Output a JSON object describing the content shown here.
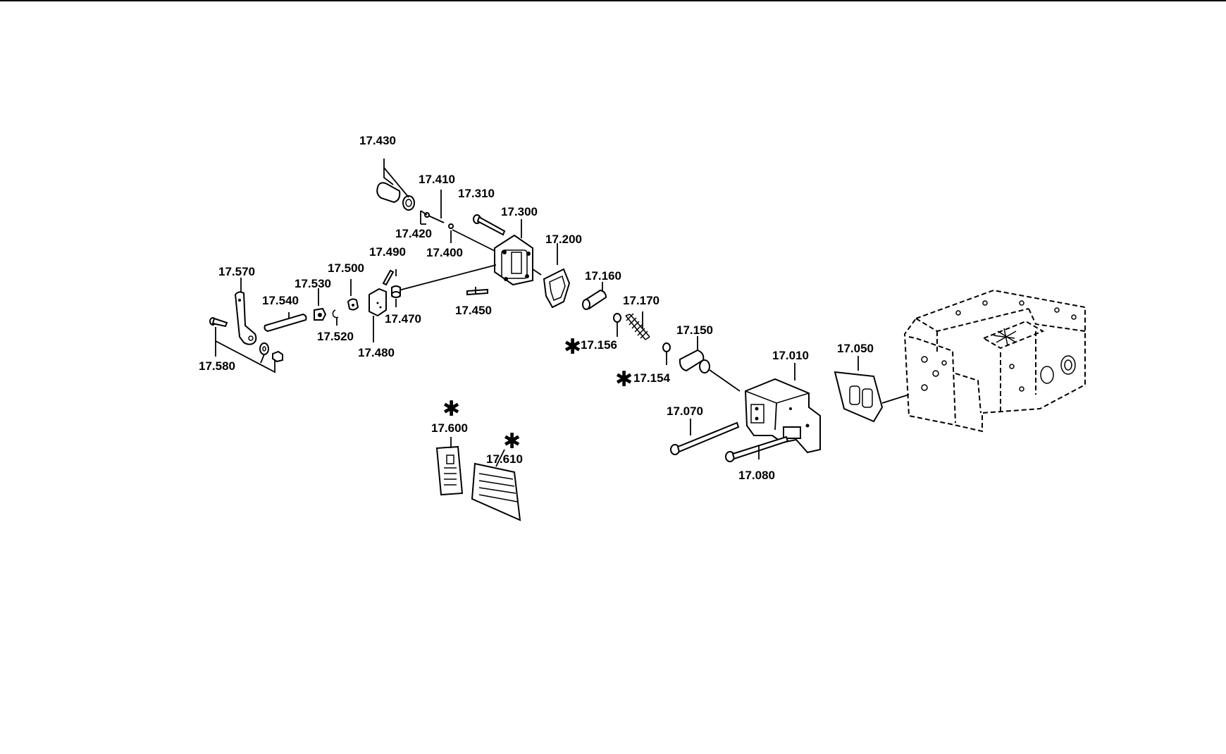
{
  "diagram": {
    "labels": {
      "p17430": "17.430",
      "p17410": "17.410",
      "p17310": "17.310",
      "p17300": "17.300",
      "p17420": "17.420",
      "p17400": "17.400",
      "p17490": "17.490",
      "p17500": "17.500",
      "p17570": "17.570",
      "p17530": "17.530",
      "p17540": "17.540",
      "p17520": "17.520",
      "p17470": "17.470",
      "p17450": "17.450",
      "p17480": "17.480",
      "p17580": "17.580",
      "p17200": "17.200",
      "p17160": "17.160",
      "p17170": "17.170",
      "p17156": "17.156",
      "p17154": "17.154",
      "p17150": "17.150",
      "p17010": "17.010",
      "p17050": "17.050",
      "p17070": "17.070",
      "p17080": "17.080",
      "p17600": "17.600",
      "p17610": "17.610"
    },
    "asterisk": "✱"
  }
}
